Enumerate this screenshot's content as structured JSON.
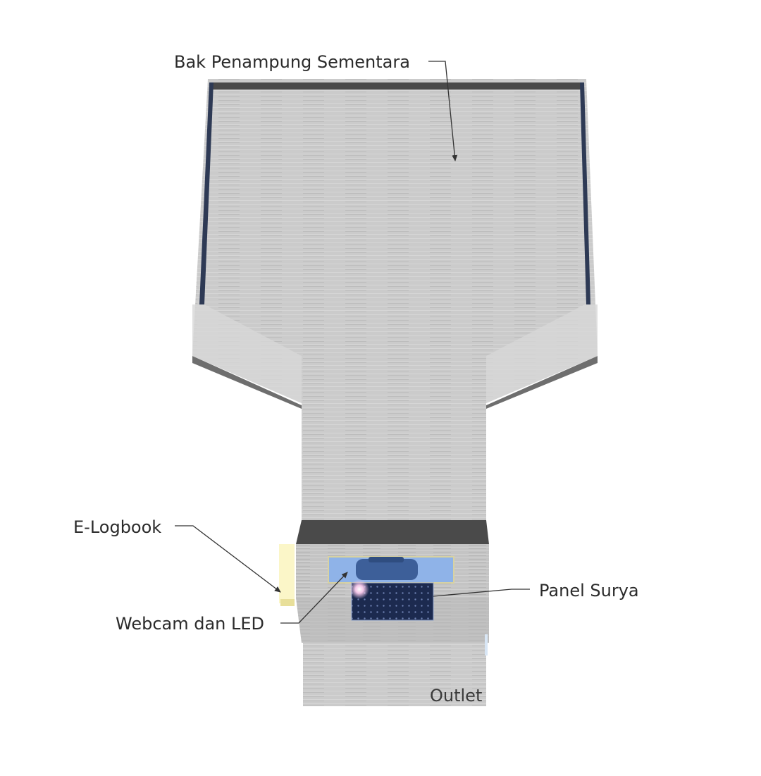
{
  "labels": {
    "tank": "Bak Penampung Sementara",
    "logbook": "E-Logbook",
    "webcam": "Webcam dan LED",
    "solar": "Panel Surya",
    "outlet_partial": "Outlet"
  },
  "colors": {
    "concrete": "#c9c9c9",
    "concrete_light": "#d4d4d4",
    "shadow": "#6e6e6e",
    "band": "#4a4a4a",
    "water_edge": "#3b5b8a",
    "webcam_panel": "#8fb3e8",
    "solar_panel": "#1c2a4f",
    "logbook": "#fbf6c8"
  }
}
